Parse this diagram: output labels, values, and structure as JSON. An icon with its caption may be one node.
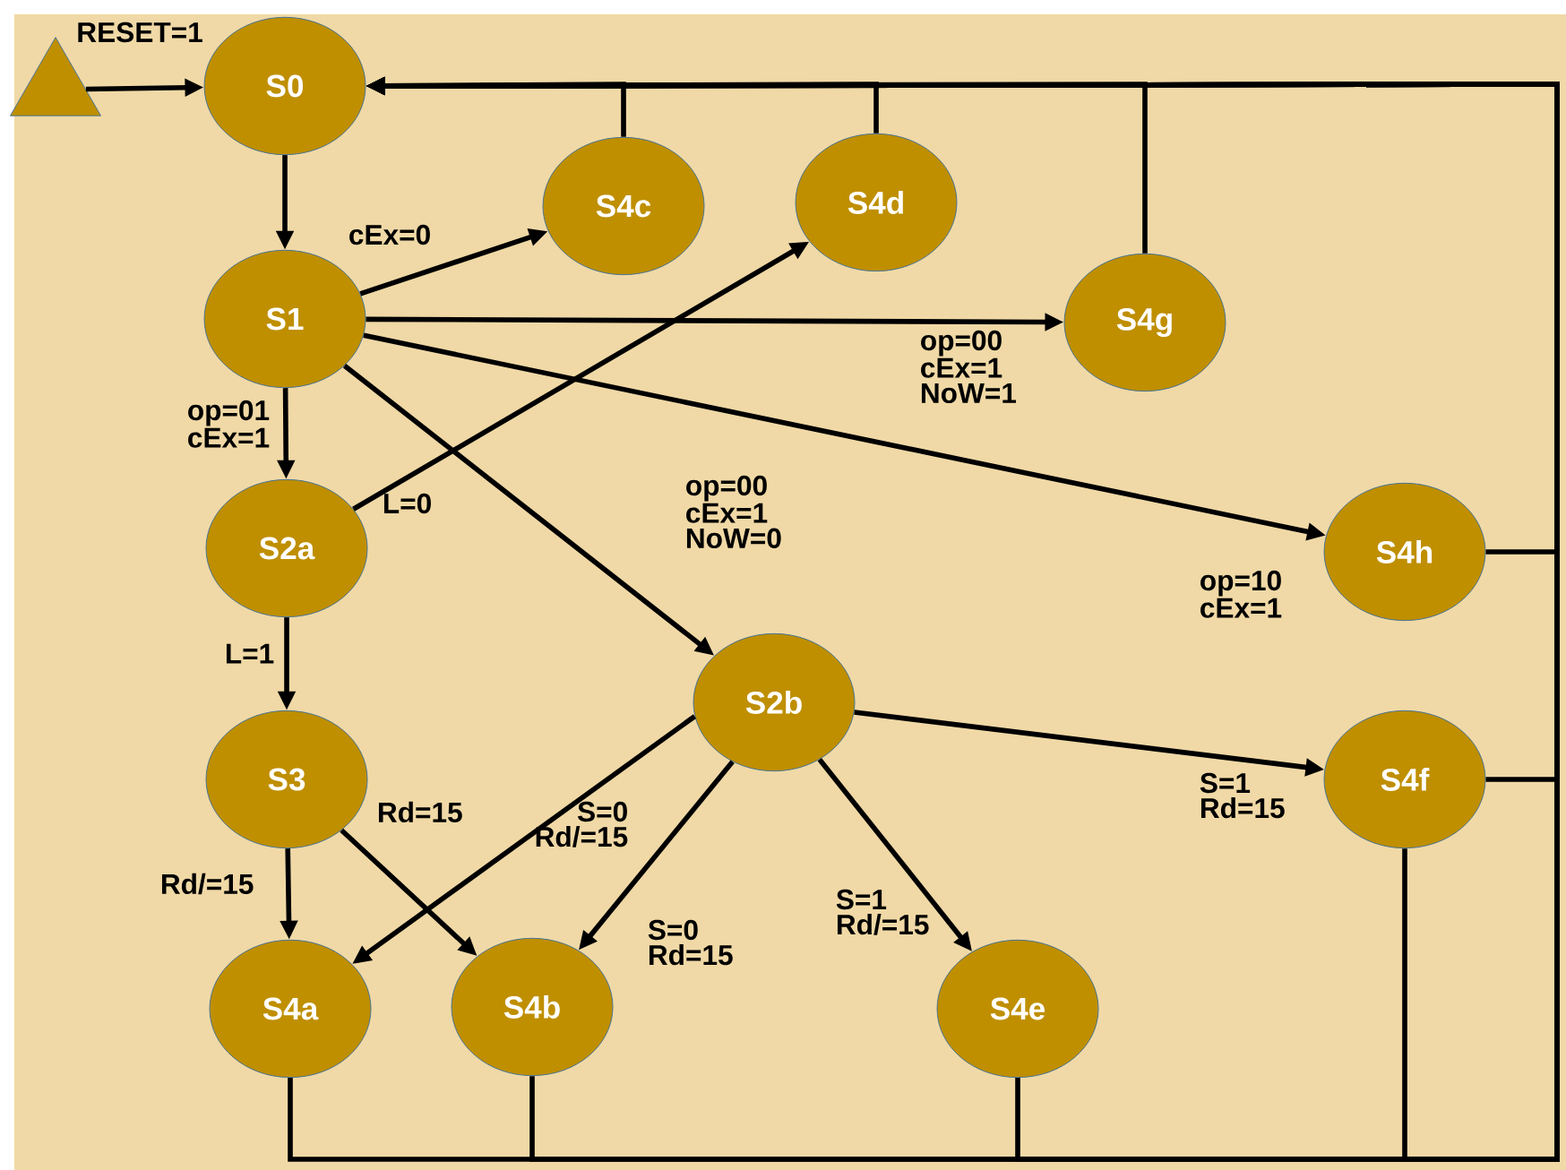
{
  "diagram": {
    "nodes": [
      {
        "text": [],
        "shape": "triangle"
      },
      {
        "text": [
          "S0"
        ]
      },
      {
        "text": [
          "S4c"
        ]
      },
      {
        "text": [
          "S4d"
        ]
      },
      {
        "text": [
          "S1"
        ]
      },
      {
        "text": [
          "S4g"
        ]
      },
      {
        "text": [
          "S2a"
        ]
      },
      {
        "text": [
          "S4h"
        ]
      },
      {
        "text": [
          "S2b"
        ]
      },
      {
        "text": [
          "S3"
        ]
      },
      {
        "text": [
          "S4f"
        ]
      },
      {
        "text": [
          "S4a"
        ]
      },
      {
        "text": [
          "S4b"
        ]
      },
      {
        "text": [
          "S4e"
        ]
      }
    ],
    "edges": [
      {
        "from": 0,
        "to": 1,
        "arrow": "to",
        "label": "RESET=1"
      },
      {
        "from": 1,
        "to": 4,
        "arrow": "to"
      },
      {
        "from": 4,
        "to": 2,
        "arrow": "to",
        "label": "cEx=0"
      },
      {
        "from": 4,
        "to": 5,
        "arrow": "to",
        "label": "op=00 cEx=1 NoW=1"
      },
      {
        "from": 4,
        "to": 7,
        "arrow": "to",
        "label": "op=10 cEx=1"
      },
      {
        "from": 4,
        "to": 6,
        "arrow": "to",
        "label": "op=01 cEx=1"
      },
      {
        "from": 4,
        "to": 8,
        "arrow": "to",
        "label": "op=00 cEx=1 NoW=0"
      },
      {
        "from": 6,
        "to": 3,
        "arrow": "to",
        "label": "L=0"
      },
      {
        "from": 6,
        "to": 9,
        "arrow": "to",
        "label": "L=1"
      },
      {
        "from": 9,
        "to": 11,
        "arrow": "to",
        "label": "Rd/=15"
      },
      {
        "from": 9,
        "to": 12,
        "arrow": "to",
        "label": "Rd=15"
      },
      {
        "from": 8,
        "to": 11,
        "arrow": "to",
        "label": "S=0 Rd/=15"
      },
      {
        "from": 8,
        "to": 12,
        "arrow": "to",
        "label": "S=0 Rd=15"
      },
      {
        "from": 8,
        "to": 13,
        "arrow": "to",
        "label": "S=1 Rd/=15"
      },
      {
        "from": 8,
        "to": 10,
        "arrow": "to",
        "label": "S=1 Rd=15"
      },
      {
        "from": 2,
        "to": 1,
        "arrow": "to"
      },
      {
        "from": 3,
        "to": 1,
        "arrow": "to"
      },
      {
        "from": 5,
        "to": 1,
        "arrow": "to"
      },
      {
        "from": 7,
        "to": 1,
        "arrow": "to"
      },
      {
        "from": 10,
        "to": 1,
        "arrow": "to"
      },
      {
        "from": 10,
        "to": 1,
        "arrow": "to"
      },
      {
        "from": 11,
        "to": 1,
        "arrow": "to"
      },
      {
        "from": 12,
        "to": 1,
        "arrow": "to"
      },
      {
        "from": 13,
        "to": 1,
        "arrow": "to"
      }
    ]
  }
}
